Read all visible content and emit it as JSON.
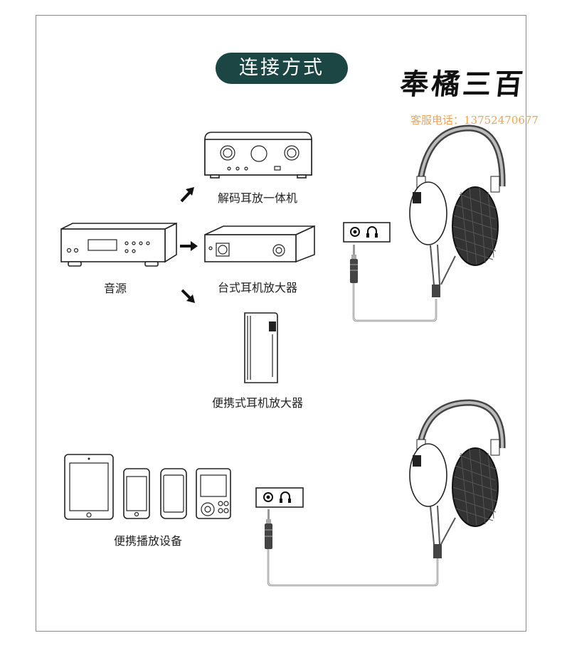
{
  "title": "连接方式",
  "brand": {
    "name": "奉橘三百",
    "service": "客服电话：13752470677"
  },
  "sources": {
    "desktop_source_label": "音源",
    "portable_player_label": "便携播放设备"
  },
  "devices": {
    "dac_amp_label": "解码耳放一体机",
    "desktop_amp_label": "台式耳机放大器",
    "portable_amp_label": "便携式耳机放大器"
  },
  "icons": {
    "jack_port": "jack-icon",
    "headphone": "headphone-icon",
    "arrow": "arrow-icon"
  },
  "colors": {
    "title_bg": "#1b4644",
    "service_text": "#f0a35a"
  }
}
